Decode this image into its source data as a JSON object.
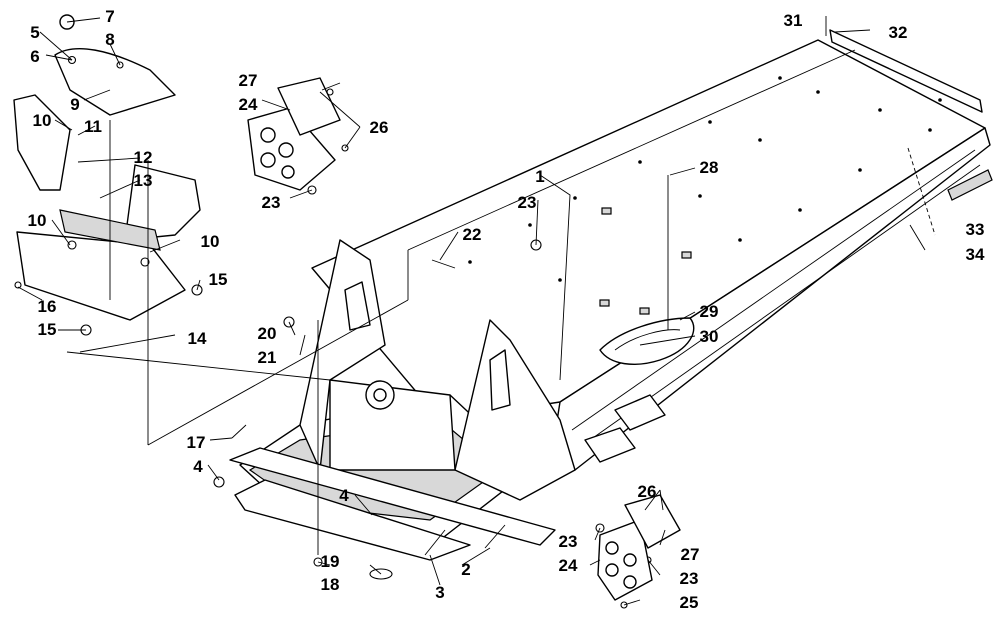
{
  "callouts": [
    "1",
    "2",
    "3",
    "4",
    "4",
    "5",
    "6",
    "7",
    "8",
    "9",
    "10",
    "10",
    "10",
    "11",
    "12",
    "13",
    "14",
    "15",
    "15",
    "16",
    "17",
    "18",
    "19",
    "20",
    "21",
    "22",
    "23",
    "23",
    "23",
    "23",
    "24",
    "24",
    "25",
    "26",
    "26",
    "27",
    "27",
    "28",
    "29",
    "30",
    "31",
    "32",
    "33",
    "34"
  ]
}
